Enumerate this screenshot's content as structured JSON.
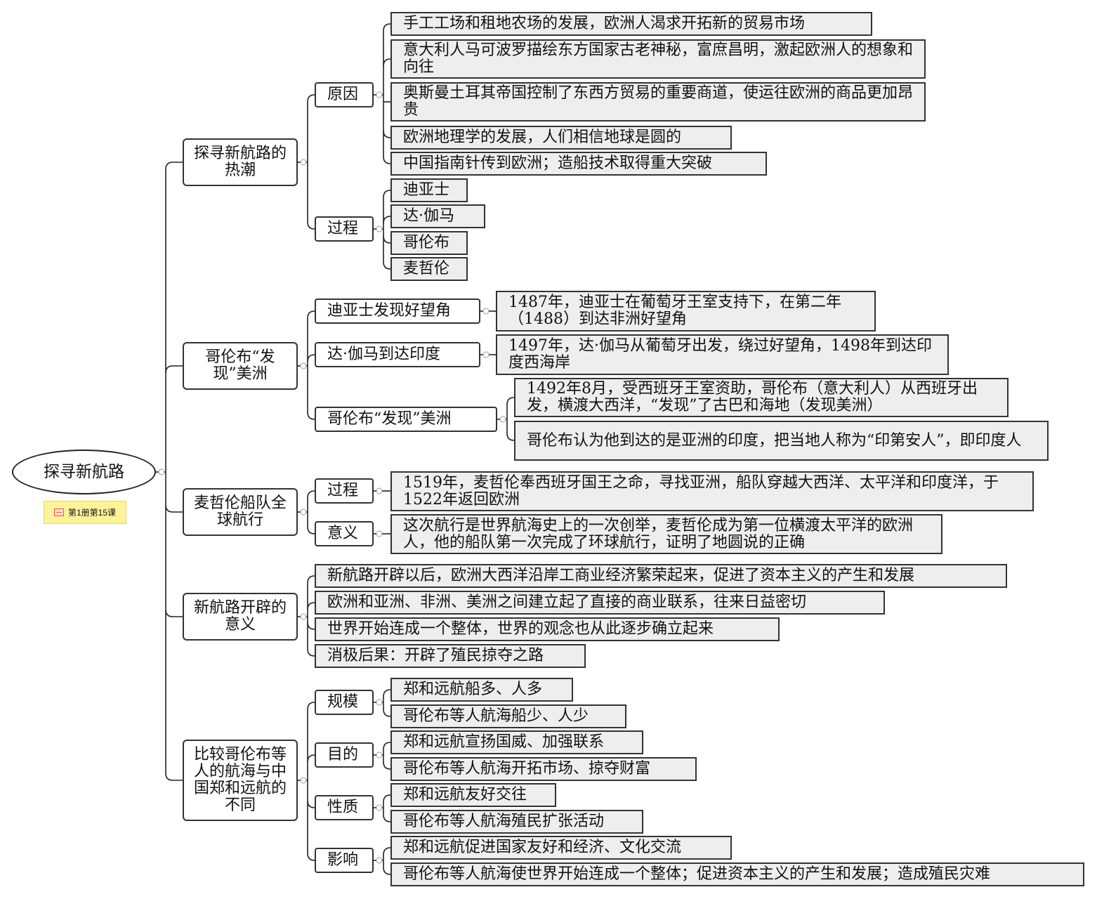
{
  "root": {
    "title": "探寻新航路",
    "badge": "第1册第15课"
  },
  "sections": [
    {
      "title": "探寻新航路的热潮"
    },
    {
      "title": "哥伦布“发现”美洲"
    },
    {
      "title": "麦哲伦船队全球航行"
    },
    {
      "title": "新航路开辟的意义"
    },
    {
      "title": "比较哥伦布等人的航海与中国郑和远航的不同"
    }
  ],
  "subs": [
    "原因",
    "过程",
    "迪亚士发现好望角",
    "达·伽马到达印度",
    "哥伦布“发现”美洲",
    "过程",
    "意义",
    "规模",
    "目的",
    "性质",
    "影响"
  ],
  "leaves": [
    "手工工场和租地农场的发展，欧洲人渴求开拓新的贸易市场",
    "意大利人马可波罗描绘东方国家古老神秘，富庶昌明，激起欧洲人的想象和向往",
    "奥斯曼土耳其帝国控制了东西方贸易的重要商道，使运往欧洲的商品更加昂贵",
    "欧洲地理学的发展，人们相信地球是圆的",
    "中国指南针传到欧洲；造船技术取得重大突破",
    "迪亚士",
    "达·伽马",
    "哥伦布",
    "麦哲伦",
    "1487年，迪亚士在葡萄牙王室支持下，在第二年（1488）到达非洲好望角",
    "1497年，达·伽马从葡萄牙出发，绕过好望角，1498年到达印度西海岸",
    "1492年8月，受西班牙王室资助，哥伦布（意大利人）从西班牙出发，横渡大西洋，“发现”了古巴和海地（发现美洲）",
    "哥伦布认为他到达的是亚洲的印度，把当地人称为“印第安人”，即印度人",
    "1519年，麦哲伦奉西班牙国王之命，寻找亚洲，船队穿越大西洋、太平洋和印度洋，于1522年返回欧洲",
    "这次航行是世界航海史上的一次创举，麦哲伦成为第一位横渡太平洋的欧洲人，他的船队第一次完成了环球航行，证明了地圆说的正确",
    "新航路开辟以后，欧洲大西洋沿岸工商业经济繁荣起来，促进了资本主义的产生和发展",
    "欧洲和亚洲、非洲、美洲之间建立起了直接的商业联系，往来日益密切",
    "世界开始连成一个整体，世界的观念也从此逐步确立起来",
    "消极后果：开辟了殖民掠夺之路",
    "郑和远航船多、人多",
    "哥伦布等人航海船少、人少",
    "郑和远航宣扬国威、加强联系",
    "哥伦布等人航海开拓市场、掠夺财富",
    "郑和远航友好交往",
    "哥伦布等人航海殖民扩张活动",
    "郑和远航促进国家友好和经济、文化交流",
    "哥伦布等人航海使世界开始连成一个整体；促进资本主义的产生和发展；造成殖民灾难"
  ],
  "colors": {
    "line": "#222222",
    "leaf_fill": "#eeeeee",
    "badge_fill": "#fff29a",
    "badge_icon": "#e0623d"
  }
}
